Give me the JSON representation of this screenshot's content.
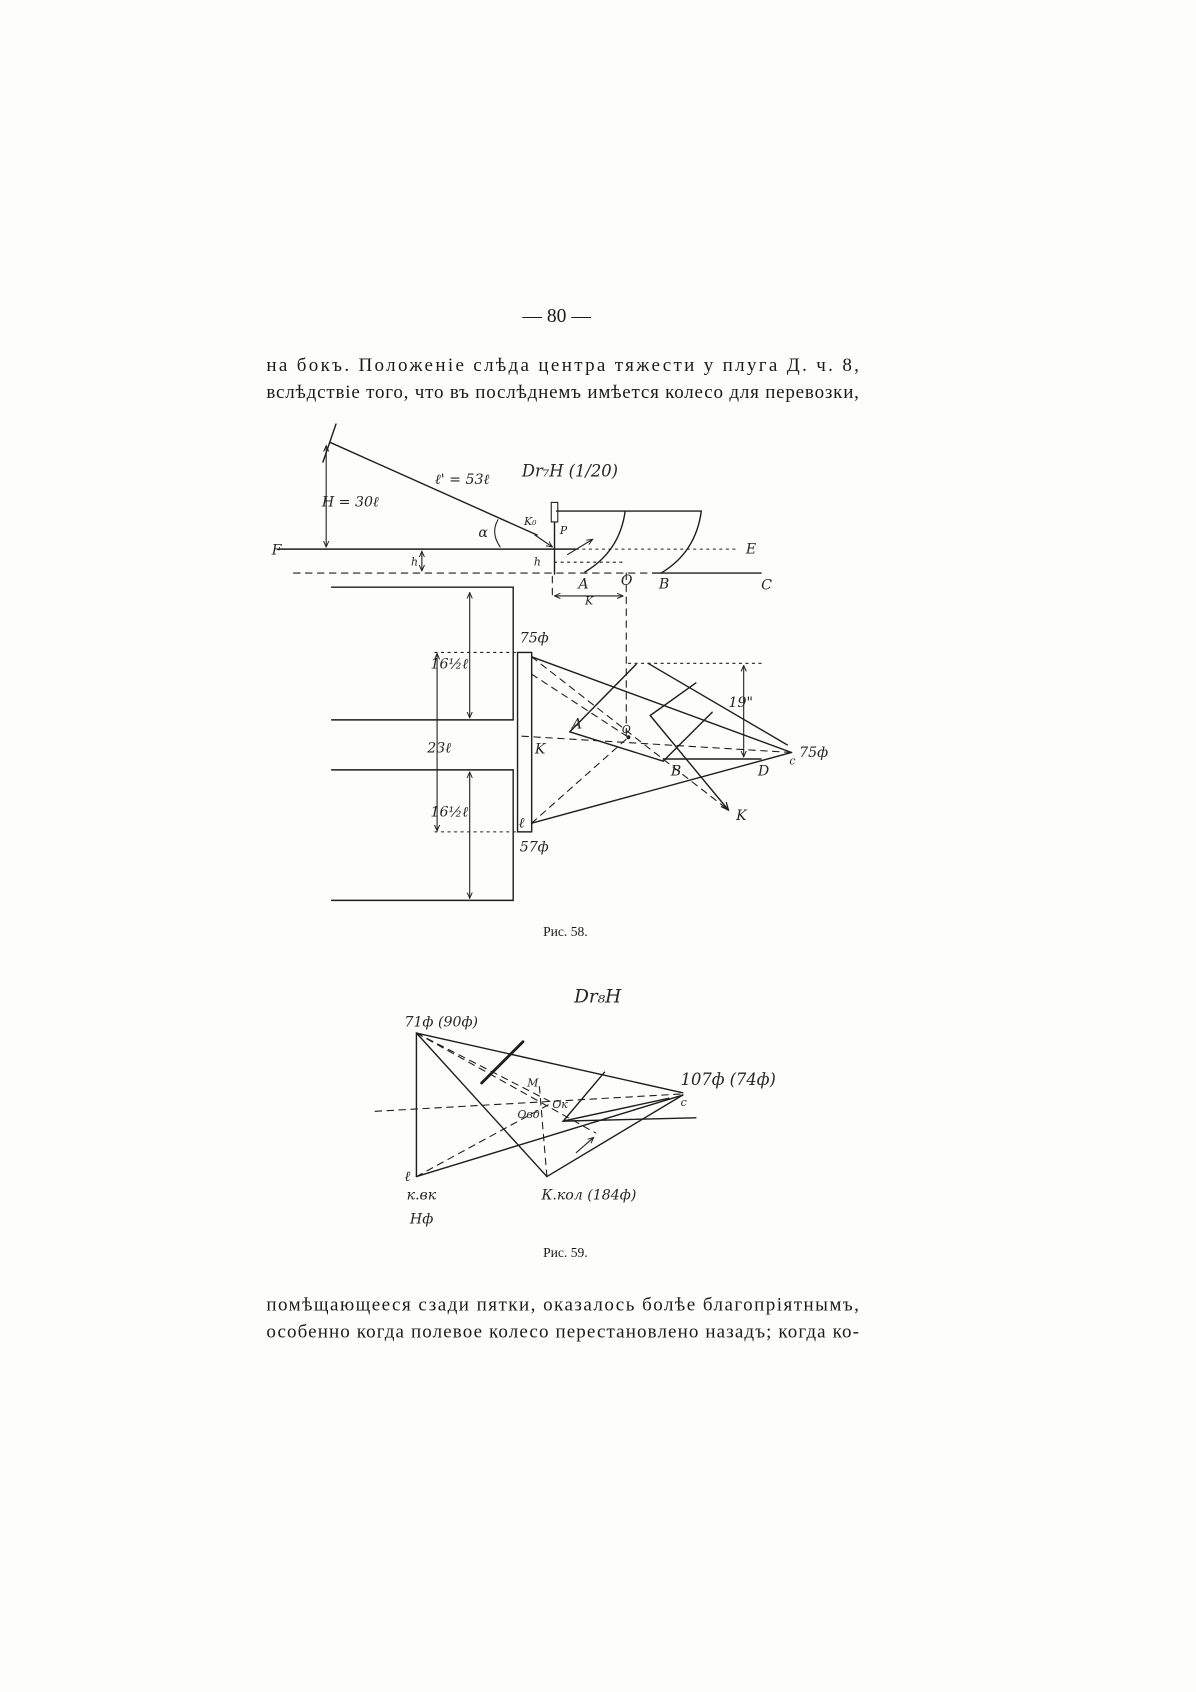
{
  "page_number": "— 80 —",
  "text_top": {
    "line1": "на бокъ. Положеніе слѣда центра тяжести у плуга Д. ч. 8,",
    "line2": "вслѣдствіе того, что въ послѣднемъ имѣется колесо для перевозки,"
  },
  "fig58": {
    "caption": "Рис. 58.",
    "title": "Dr₇H (1/20)",
    "labels": {
      "l_prime": "ℓ' = 53ℓ",
      "height": "H = 30ℓ",
      "alpha": "α",
      "f": "F",
      "e": "E",
      "h": "h",
      "h_small": "h",
      "k0": "K₀",
      "p": "P",
      "a_side": "A",
      "o_side": "O",
      "b_side": "B",
      "c_side": "C",
      "k_side": "K",
      "top_load": "75ф",
      "bottom_load": "57ф",
      "half_upper": "16½ℓ",
      "half_lower": "16½ℓ",
      "width": "23ℓ",
      "k_plan": "K",
      "l_plan": "ℓ",
      "a_plan": "A",
      "o_plan": "O",
      "b_plan": "B",
      "d_plan": "D",
      "c_plan": "c",
      "right_load": "75ф",
      "offset": "19\"",
      "k_arrow": "K"
    }
  },
  "fig59": {
    "caption": "Рис. 59.",
    "title": "Dr₈H",
    "labels": {
      "top_left": "71ф (90ф)",
      "right": "107ф (74ф)",
      "c": "c",
      "l": "ℓ",
      "k_vk": "к.вк",
      "load_vk": "Hф",
      "k_kol": "К.кол (184ф)",
      "m": "M",
      "o_vd": "Oвд",
      "o_k": "Oк"
    }
  },
  "text_bottom": {
    "line3": "помѣщающееся сзади пятки, оказалось болѣе благопріятнымъ,",
    "line4": "особенно когда полевое колесо перестановлено назадъ; когда ко-"
  }
}
